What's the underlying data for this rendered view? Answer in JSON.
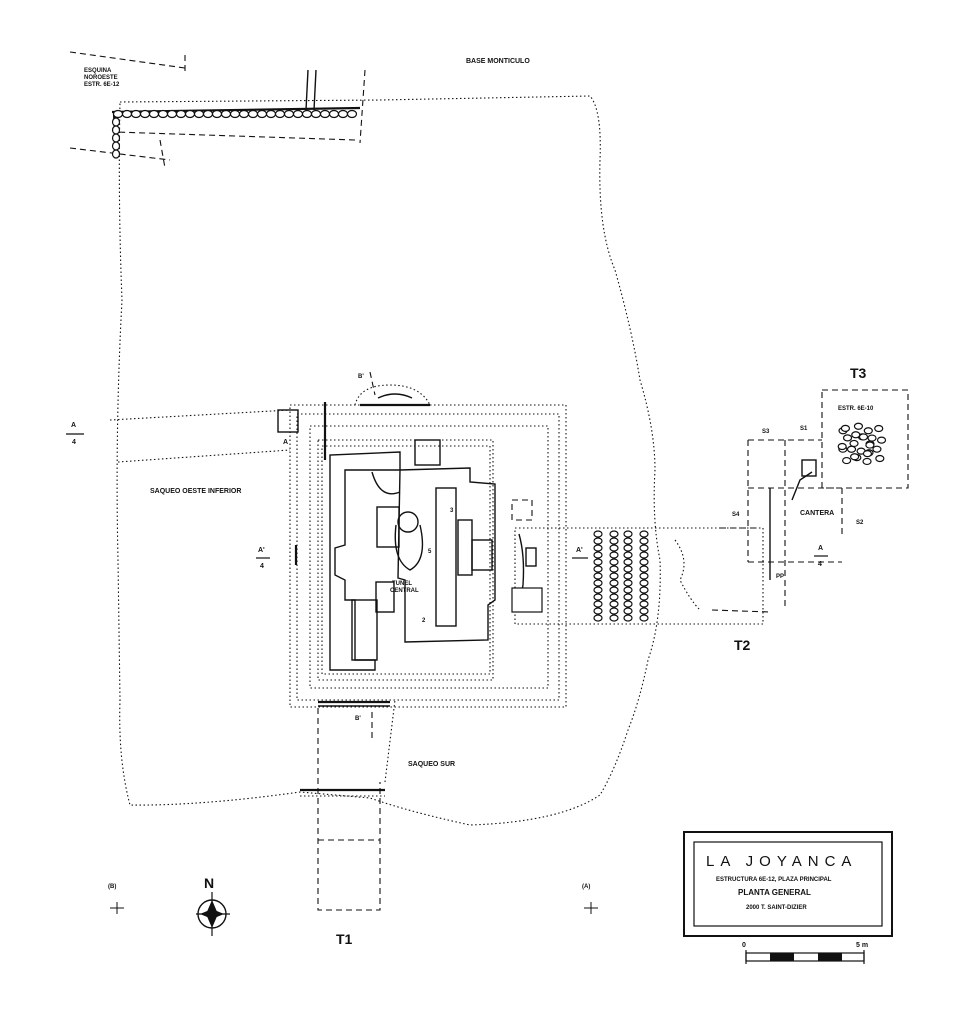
{
  "labels": {
    "base_monticulo": "BASE MONTICULO",
    "esquina": [
      "ESQUINA",
      "NOROESTE",
      "ESTR. 6E-12"
    ],
    "saqueo_oeste": "SAQUEO OESTE INFERIOR",
    "saqueo_sur": "SAQUEO SUR",
    "tunel": [
      "TUNEL",
      "CENTRAL"
    ],
    "t1": "T1",
    "t2": "T2",
    "t3": "T3",
    "estr": "ESTR. 6E-10",
    "cantera": "CANTERA",
    "s1": "S1",
    "s2": "S2",
    "s3": "S3",
    "s4": "S4",
    "pp": "PP",
    "section_a": "A",
    "section_a_sub": "4",
    "section_a_prime": "A'",
    "section_b_prime": "B'",
    "b_marker": "(B)",
    "a_marker": "(A)",
    "north": "N",
    "mark_3": "3",
    "mark_5": "5",
    "mark_2": "2"
  },
  "title_block": {
    "site": "LA JOYANCA",
    "line1": "ESTRUCTURA 6E-12, PLAZA PRINCIPAL",
    "line2": "PLANTA GENERAL",
    "line3": "2000 T. SAINT-DIZIER"
  },
  "scale_bar": {
    "start": "0",
    "end": "5 m"
  }
}
